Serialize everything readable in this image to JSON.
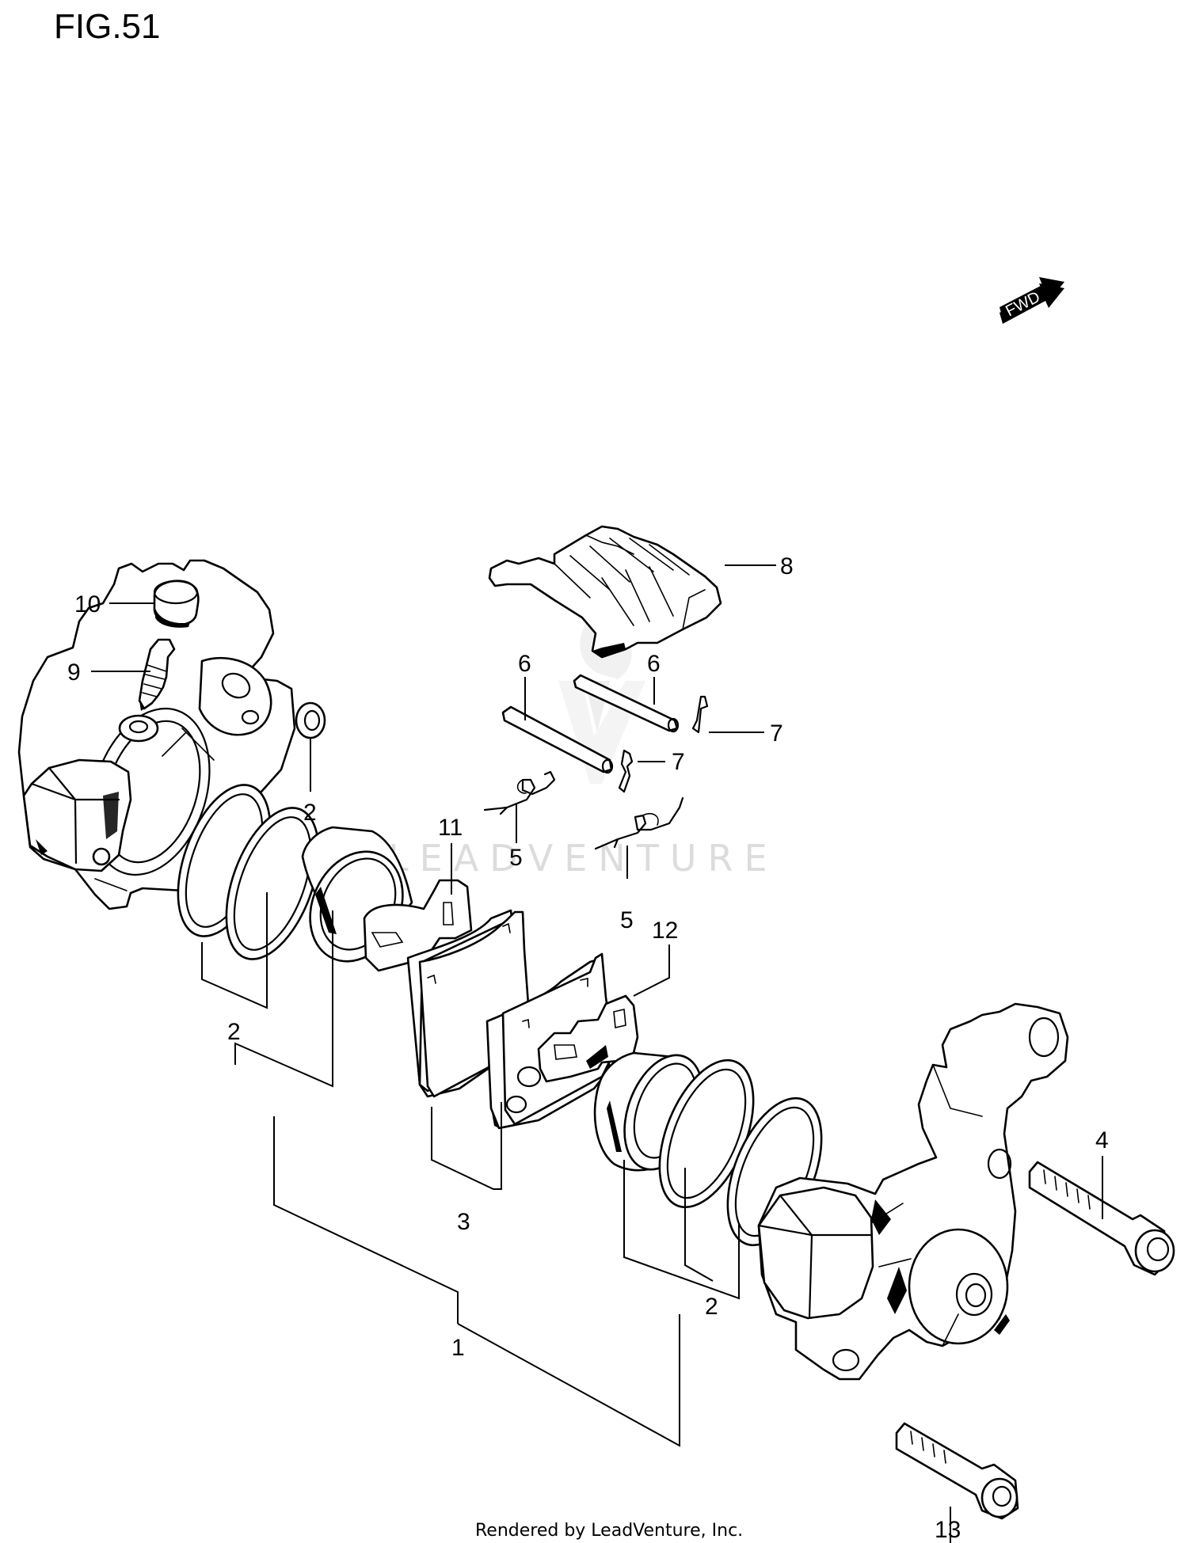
{
  "figure": {
    "title": "FIG.51",
    "footer": "Rendered by LeadVenture, Inc.",
    "watermark": "LEADVENTURE",
    "fwd_label": "FWD"
  },
  "callouts": [
    {
      "id": "c10",
      "label": "10",
      "part": "cap"
    },
    {
      "id": "c9",
      "label": "9",
      "part": "bleeder-valve"
    },
    {
      "id": "c2a",
      "label": "2",
      "part": "o-ring"
    },
    {
      "id": "c8",
      "label": "8",
      "part": "pad-spring"
    },
    {
      "id": "c6a",
      "label": "6",
      "part": "pad-pin"
    },
    {
      "id": "c6b",
      "label": "6",
      "part": "pad-pin"
    },
    {
      "id": "c7a",
      "label": "7",
      "part": "clip"
    },
    {
      "id": "c7b",
      "label": "7",
      "part": "clip"
    },
    {
      "id": "c5a",
      "label": "5",
      "part": "spring"
    },
    {
      "id": "c5b",
      "label": "5",
      "part": "spring"
    },
    {
      "id": "c11",
      "label": "11",
      "part": "shim"
    },
    {
      "id": "c12",
      "label": "12",
      "part": "shim"
    },
    {
      "id": "c2b",
      "label": "2",
      "part": "seal-set"
    },
    {
      "id": "c3",
      "label": "3",
      "part": "pad-set"
    },
    {
      "id": "c2c",
      "label": "2",
      "part": "seal-set"
    },
    {
      "id": "c1",
      "label": "1",
      "part": "caliper-assy"
    },
    {
      "id": "c4",
      "label": "4",
      "part": "bolt"
    },
    {
      "id": "c13",
      "label": "13",
      "part": "bolt"
    }
  ]
}
